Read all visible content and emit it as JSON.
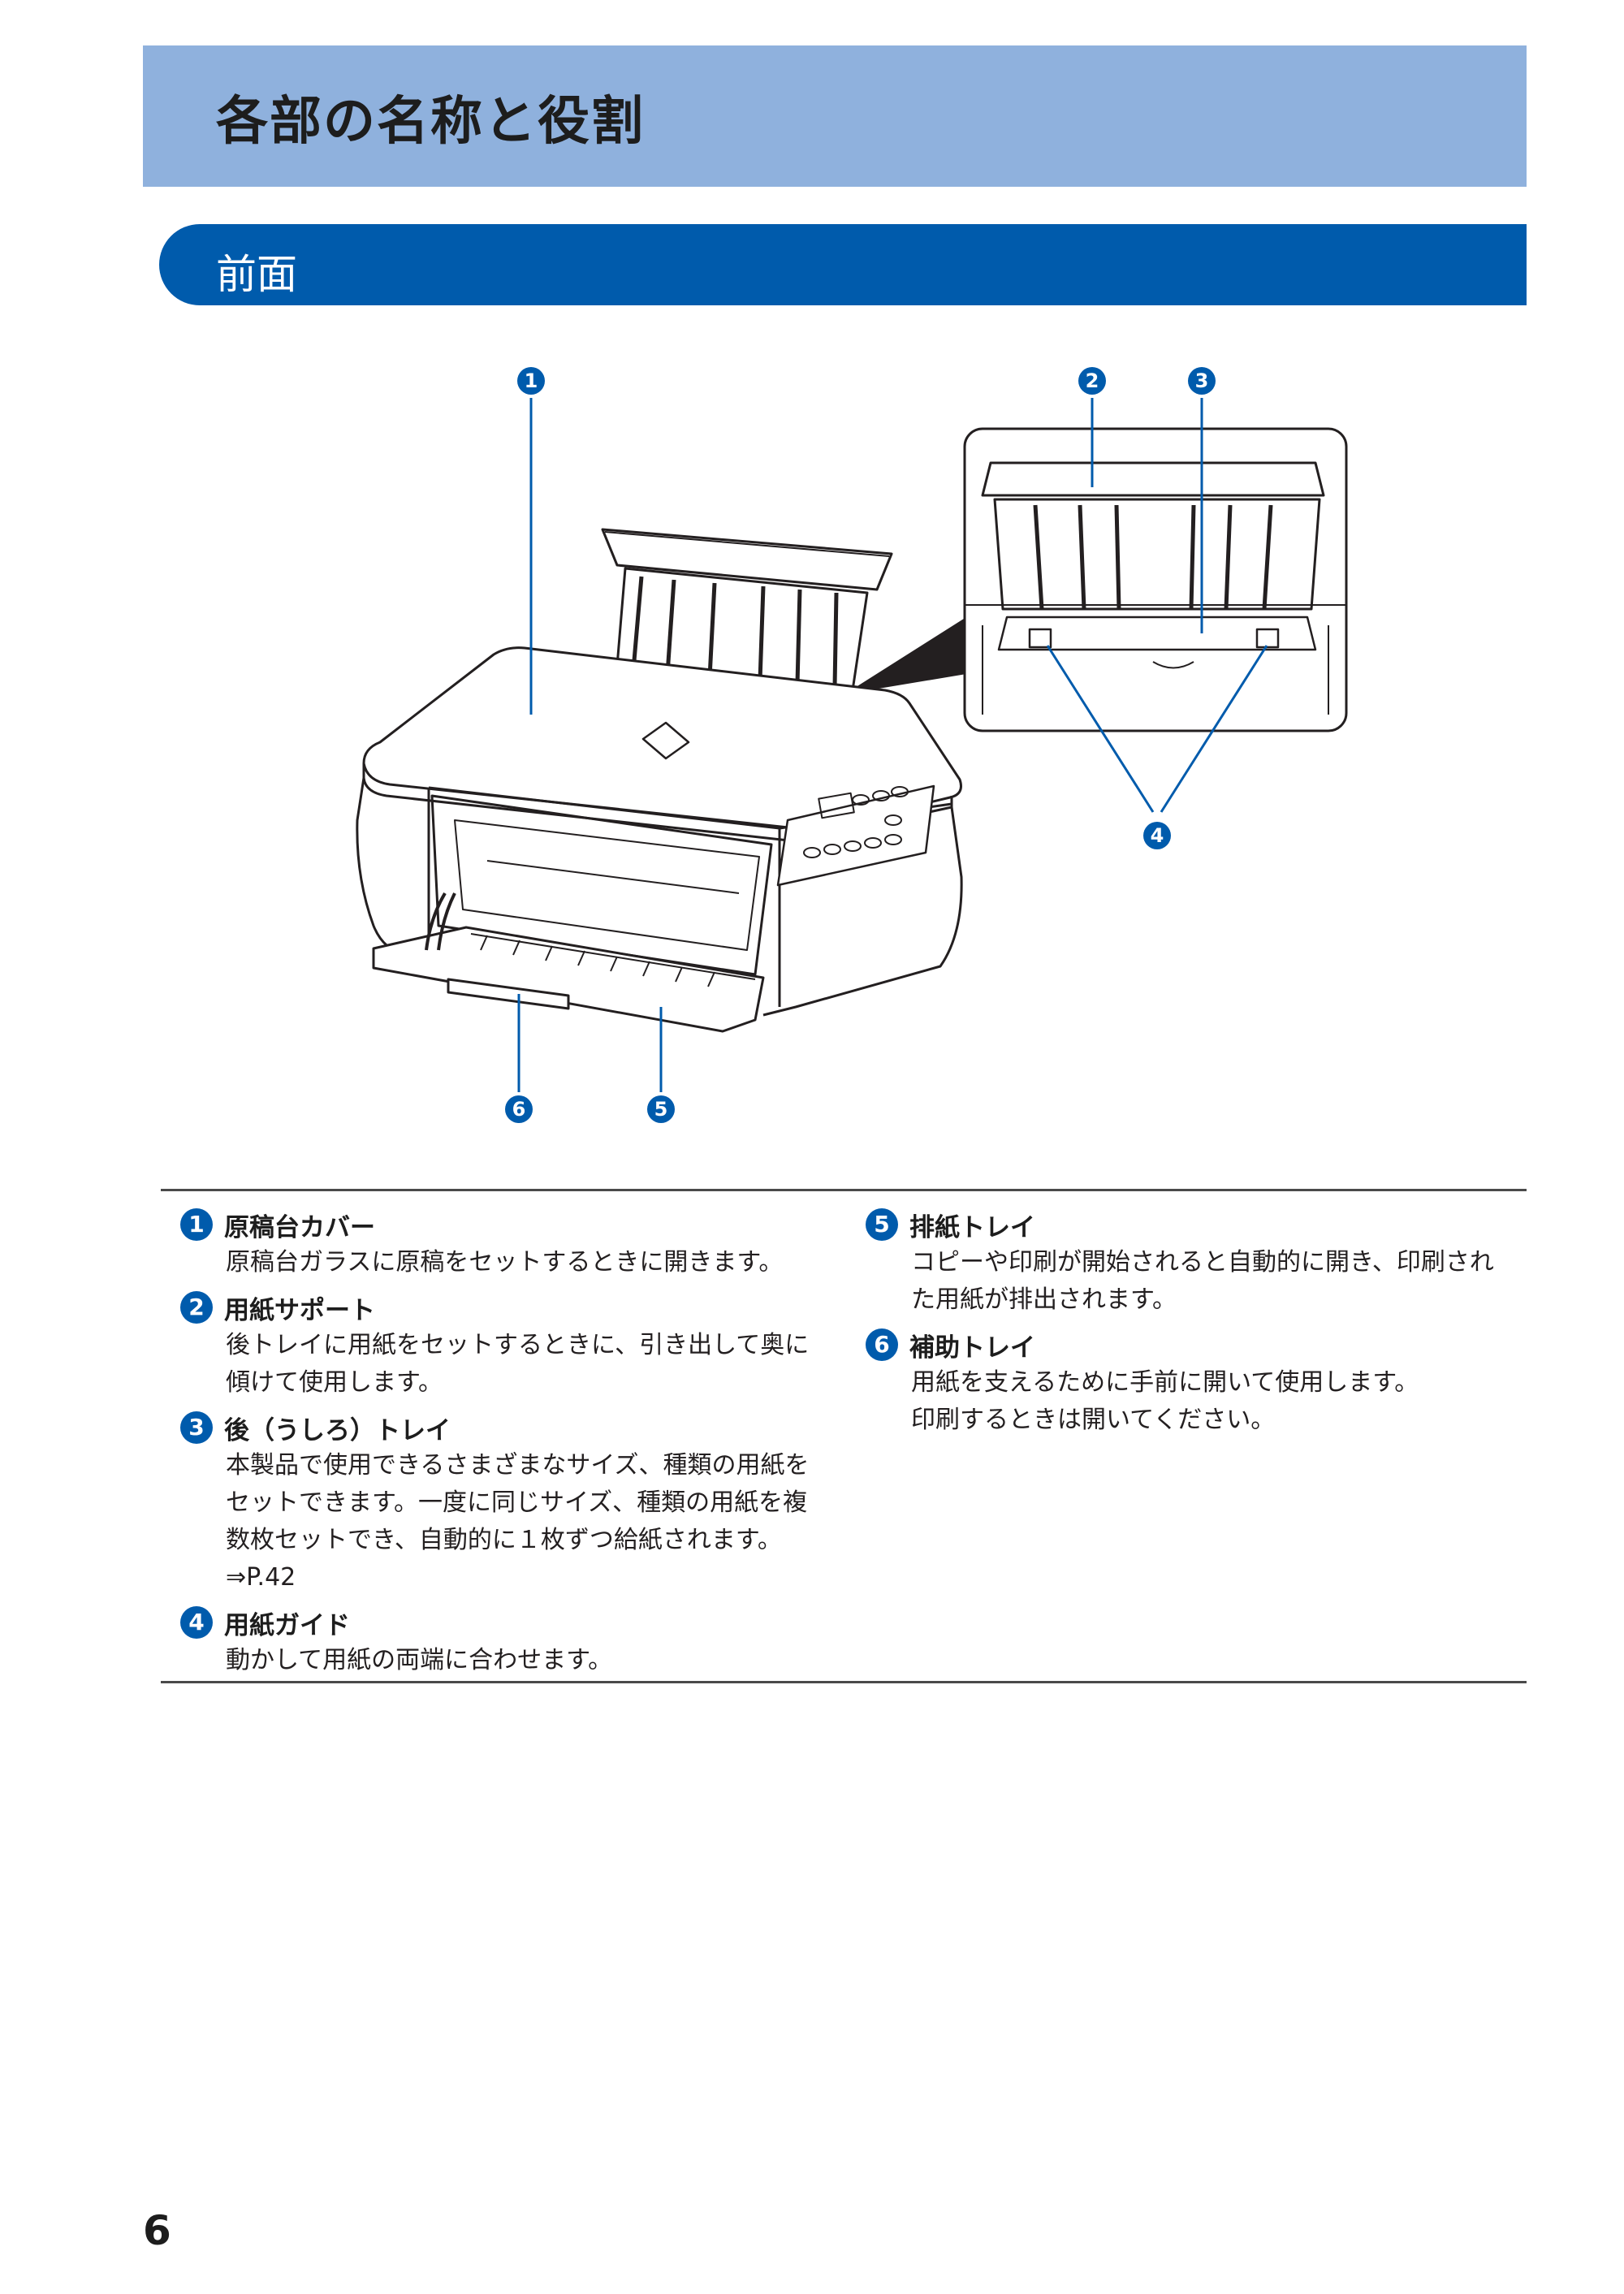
{
  "header": {
    "title": "各部の名称と役割"
  },
  "section": {
    "title": "前面"
  },
  "callouts": [
    "1",
    "2",
    "3",
    "4",
    "5",
    "6"
  ],
  "parts_left": [
    {
      "num": "1",
      "name": "原稿台カバー",
      "desc": [
        "原稿台ガラスに原稿をセットするときに開きます。"
      ]
    },
    {
      "num": "2",
      "name": "用紙サポート",
      "desc": [
        "後トレイに用紙をセットするときに、引き出して奥に",
        "傾けて使用します。"
      ]
    },
    {
      "num": "3",
      "name": "後（うしろ）トレイ",
      "desc": [
        "本製品で使用できるさまざまなサイズ、種類の用紙を",
        "セットできます。一度に同じサイズ、種類の用紙を複",
        "数枚セットでき、自動的に１枚ずつ給紙されます。",
        "⇒P.42"
      ]
    },
    {
      "num": "4",
      "name": "用紙ガイド",
      "desc": [
        "動かして用紙の両端に合わせます。"
      ]
    }
  ],
  "parts_right": [
    {
      "num": "5",
      "name": "排紙トレイ",
      "desc": [
        "コピーや印刷が開始されると自動的に開き、印刷され",
        "た用紙が排出されます。"
      ]
    },
    {
      "num": "6",
      "name": "補助トレイ",
      "desc": [
        "用紙を支えるために手前に開いて使用します。",
        "印刷するときは開いてください。"
      ]
    }
  ],
  "page_number": "6",
  "colors": {
    "title_band": "#8fb1dd",
    "section_band": "#005bac",
    "callout": "#005bac"
  }
}
